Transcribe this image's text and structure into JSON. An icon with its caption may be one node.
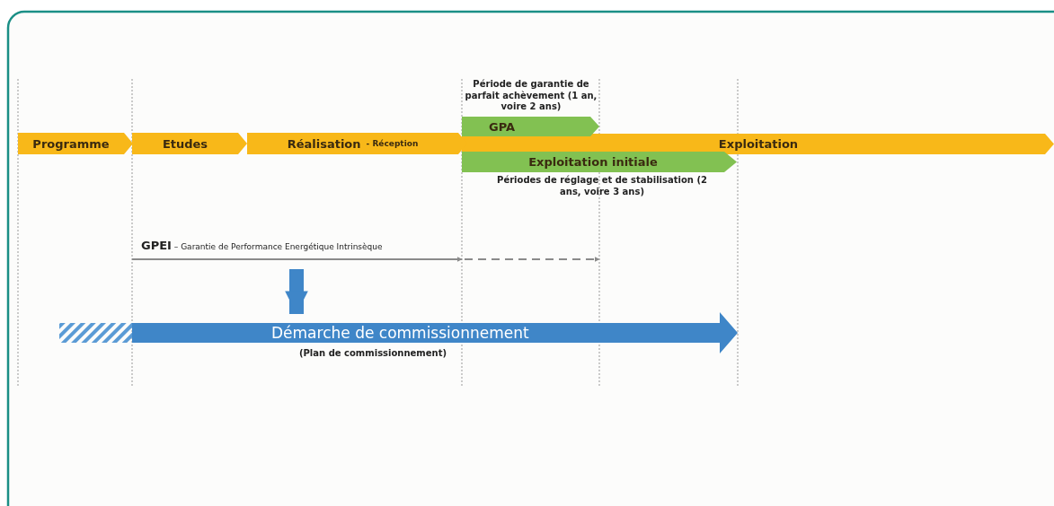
{
  "diagram": {
    "nodes": [
      {
        "text": [
          "Programme"
        ]
      },
      {
        "text": [
          "Etudes"
        ]
      },
      {
        "text": [
          "Réalisation",
          "- Réception"
        ]
      },
      {
        "text": [
          "GPA"
        ],
        "beside": [
          "Période de garantie de parfait achèvement (1 an, voire 2 ans)"
        ]
      },
      {
        "text": [
          "Exploitation"
        ]
      },
      {
        "text": [
          "Exploitation initiale"
        ],
        "beside": [
          "Périodes de réglage et de stabilisation (2 ans, voire 3 ans)"
        ]
      },
      {
        "text": [
          "**GPEI** – Garantie de Performance Energétique Intrinsèque"
        ]
      },
      {
        "text": [
          "Démarche de commissionnement"
        ],
        "beside": [
          "(Plan de commissionnement)"
        ]
      }
    ],
    "edges": [
      {
        "from": 6,
        "to": 7,
        "arrow": "to",
        "color": "#3f86c8"
      }
    ]
  }
}
